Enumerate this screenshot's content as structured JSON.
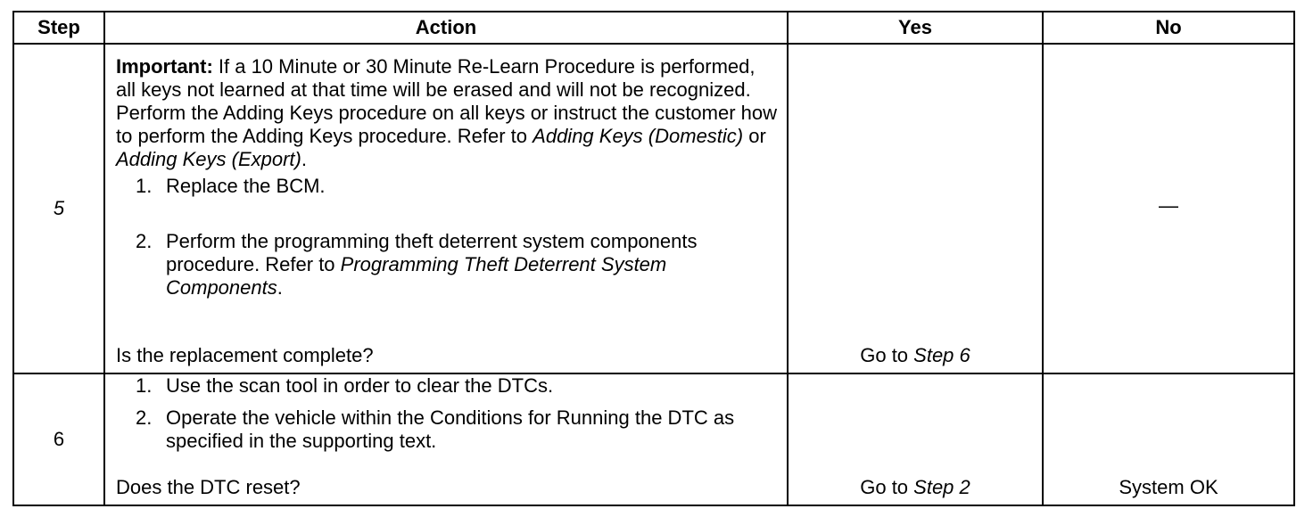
{
  "headers": {
    "step": "Step",
    "action": "Action",
    "yes": "Yes",
    "no": "No"
  },
  "rows": [
    {
      "step": "5",
      "important_label": "Important:",
      "important_text_1": " If a 10 Minute or 30 Minute Re-Learn Procedure is performed, all keys not learned at that time will be erased and will not be recognized. Perform the Adding Keys procedure on all keys or instruct the customer how to perform the Adding Keys procedure. Refer to ",
      "important_ref_1": "Adding Keys (Domestic)",
      "important_text_2": " or ",
      "important_ref_2": "Adding Keys (Export)",
      "important_text_3": ".",
      "steps": [
        {
          "num": "1.",
          "text": "Replace the BCM."
        },
        {
          "num": "2.",
          "text": "Perform the programming theft deterrent system components procedure. Refer to ",
          "ref": "Programming Theft Deterrent System Components",
          "end": "."
        }
      ],
      "question": "Is the replacement complete?",
      "yes_prefix": "Go to ",
      "yes_ref": "Step 6",
      "no": "—"
    },
    {
      "step": "6",
      "steps": [
        {
          "num": "1.",
          "text": "Use the scan tool in order to clear the DTCs."
        },
        {
          "num": "2.",
          "text": "Operate the vehicle within the Conditions for Running the DTC as specified in the supporting text."
        }
      ],
      "question": "Does the DTC reset?",
      "yes_prefix": "Go to ",
      "yes_ref": "Step 2",
      "no": "System OK"
    }
  ]
}
